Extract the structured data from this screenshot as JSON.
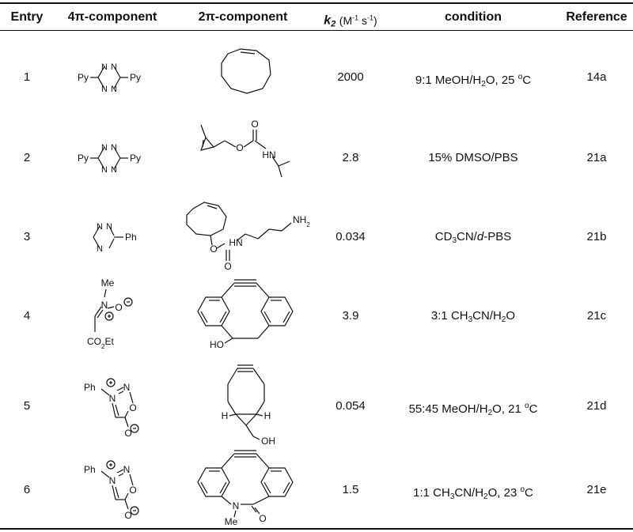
{
  "table": {
    "headers": {
      "entry": "Entry",
      "four_pi": "4π-component",
      "two_pi": "2π-component",
      "k2_symbol": "k",
      "k2_subscript": "2",
      "k2_units": "(M-1 s-1)",
      "condition": "condition",
      "reference": "Reference"
    },
    "rows": [
      {
        "entry": "1",
        "k2": "2000",
        "condition": "9:1 MeOH/H2O, 25 oC",
        "reference": "14a",
        "four_pi_labels": {
          "left": "Py",
          "right": "Py",
          "n": "N"
        }
      },
      {
        "entry": "2",
        "k2": "2.8",
        "condition": "15% DMSO/PBS",
        "reference": "21a",
        "four_pi_labels": {
          "left": "Py",
          "right": "Py",
          "n": "N"
        },
        "two_pi_labels": {
          "o": "O",
          "hn": "HN"
        }
      },
      {
        "entry": "3",
        "k2": "0.034",
        "condition": "CD3CN/d-PBS",
        "reference": "21b",
        "four_pi_labels": {
          "ph": "Ph",
          "n": "N"
        },
        "two_pi_labels": {
          "o": "O",
          "hn": "HN",
          "nh2": "NH2"
        }
      },
      {
        "entry": "4",
        "k2": "3.9",
        "condition": "3:1 CH3CN/H2O",
        "reference": "21c",
        "four_pi_labels": {
          "me": "Me",
          "n": "N",
          "o": "O",
          "ester": "CO2Et"
        },
        "two_pi_labels": {
          "ho": "HO"
        }
      },
      {
        "entry": "5",
        "k2": "0.054",
        "condition": "55:45 MeOH/H2O, 21 oC",
        "reference": "21d",
        "four_pi_labels": {
          "ph": "Ph",
          "n": "N",
          "o": "O"
        },
        "two_pi_labels": {
          "h": "H",
          "oh": "OH"
        }
      },
      {
        "entry": "6",
        "k2": "1.5",
        "condition": "1:1 CH3CN/H2O, 23 oC",
        "reference": "21e",
        "four_pi_labels": {
          "ph": "Ph",
          "n": "N",
          "o": "O"
        },
        "two_pi_labels": {
          "n": "N",
          "me": "Me",
          "o": "O"
        }
      }
    ]
  }
}
